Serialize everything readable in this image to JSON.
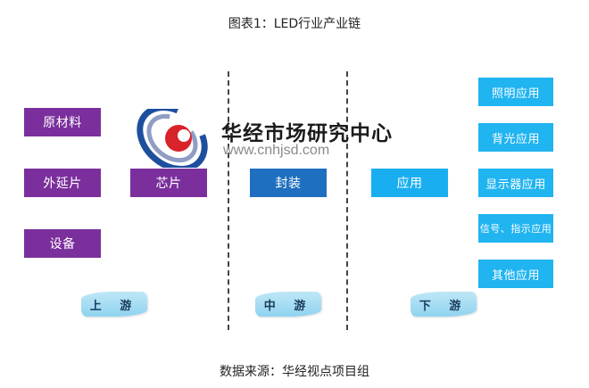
{
  "title": "图表1：LED行业产业链",
  "source": "数据来源：华经视点项目组",
  "upstream": {
    "materials": "原材料",
    "epitaxy": "外延片",
    "equipment": "设备",
    "chip": "芯片"
  },
  "midstream": {
    "packaging": "封装"
  },
  "downstream": {
    "application": "应用",
    "items": [
      "照明应用",
      "背光应用",
      "显示器应用",
      "信号、指示应用",
      "其他应用"
    ]
  },
  "stages": {
    "up": "上 游",
    "mid": "中 游",
    "down": "下 游"
  },
  "watermark": {
    "name": "华经市场研究中心",
    "url": "www.cnhjsd.com"
  },
  "colors": {
    "purple": "#7b2f9c",
    "blue_dark": "#1f6fc0",
    "blue_light": "#19aef0",
    "ribbon": "#8fd3ef"
  }
}
